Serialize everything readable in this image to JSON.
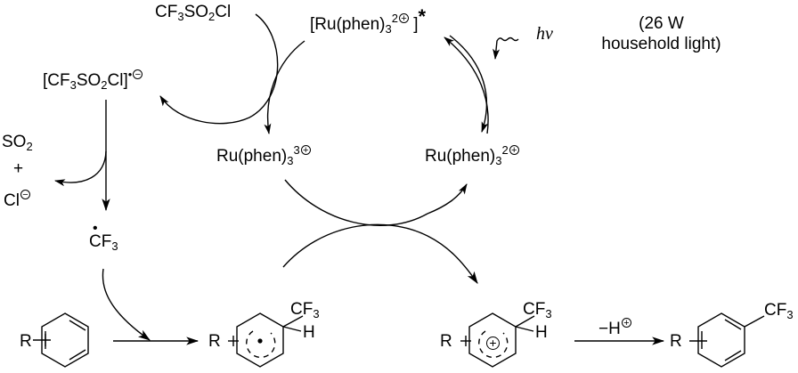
{
  "reagent": {
    "main": "CF",
    "sub1": "3",
    "mid": "SO",
    "sub2": "2",
    "end": "Cl"
  },
  "radical_anion": {
    "open": "[CF",
    "sub1": "3",
    "mid": "SO",
    "sub2": "2",
    "end": "Cl]",
    "dot": "•",
    "charge": "−"
  },
  "byproducts": {
    "so2": "SO",
    "so2_sub": "2",
    "plus": "+",
    "cl": "Cl",
    "cl_charge": "−"
  },
  "cf3_radical": {
    "dot": "•",
    "text": "CF",
    "sub": "3"
  },
  "ru_excited": {
    "open": "[Ru(phen)",
    "sub": "3",
    "sup": "2",
    "charge": "+",
    "close": "]",
    "star": "*"
  },
  "ru_iii": {
    "text": "Ru(phen)",
    "sub": "3",
    "sup": "3",
    "charge": "+"
  },
  "ru_ii": {
    "text": "Ru(phen)",
    "sub": "3",
    "sup": "2",
    "charge": "+"
  },
  "light": {
    "symbol": "hν",
    "line1": "(26 W",
    "line2": "household light)"
  },
  "arene": {
    "r": "R"
  },
  "radical_adduct": {
    "r": "R",
    "cf3": "CF",
    "cf3_sub": "3",
    "h": "H"
  },
  "cation_adduct": {
    "r": "R",
    "cf3": "CF",
    "cf3_sub": "3",
    "h": "H",
    "charge": "+"
  },
  "deprotonation": {
    "text": "−H",
    "charge": "+"
  },
  "product": {
    "r": "R",
    "cf3": "CF",
    "cf3_sub": "3"
  }
}
